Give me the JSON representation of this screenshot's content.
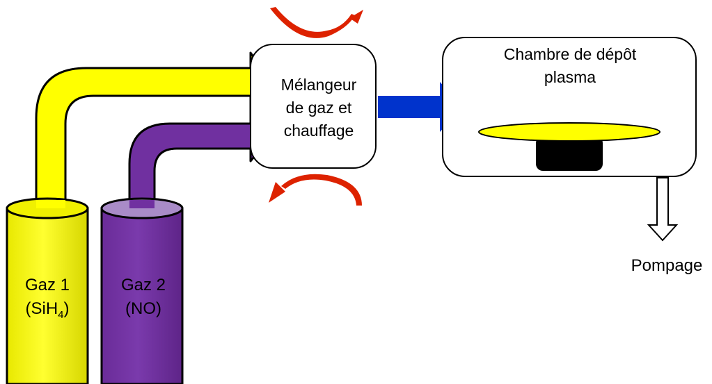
{
  "mixer": {
    "line1": "Mélangeur",
    "line2": "de gaz et",
    "line3": "chauffage"
  },
  "chamber": {
    "line1": "Chambre de dépôt",
    "line2": "plasma"
  },
  "pump": {
    "label": "Pompage"
  },
  "gas1": {
    "line1": "Gaz 1",
    "formula_open": "(SiH",
    "formula_sub": "4",
    "formula_close": ")"
  },
  "gas2": {
    "line1": "Gaz 2",
    "line2": "(NO)"
  },
  "colors": {
    "gas1": "#ffff00",
    "gas2": "#7030a0",
    "gas2_top": "#a98bc8",
    "flow_to_chamber": "#0033cc",
    "heat_arrows": "#dd2200",
    "substrate": "#ffff00",
    "holder": "#000000"
  }
}
